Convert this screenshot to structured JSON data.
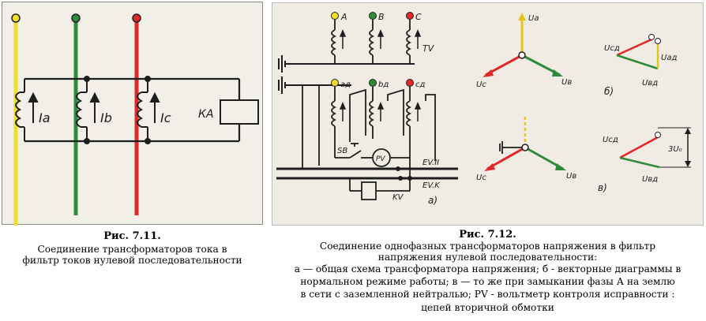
{
  "fig711": {
    "title": "Рис. 7.11.",
    "caption_lines": [
      "Соединение трансформаторов тока в",
      "фильтр токов нулевой последовательности"
    ],
    "labels": {
      "ia": "Iа",
      "ib": "Ib",
      "ic": "Ic",
      "relay": "КА"
    },
    "phase_colors": {
      "a": "#f2dc2c",
      "b": "#2e8b3a",
      "c": "#e02828"
    }
  },
  "fig712": {
    "title": "Рис. 7.12.",
    "caption_lines": [
      "Соединение однофазных трансформаторов напряжения в фильтр",
      "напряжения нулевой последовательности:",
      "а — общая схема трансформатора напряжения; б - векторные диаграммы в",
      "нормальном режиме работы;  в — то же при замыкании фазы А на землю",
      "в сети с заземленной нейтралью; PV - вольтметр контроля исправности :",
      "цепей вторичной обмотки"
    ],
    "schematic_labels": {
      "phase_a": "A",
      "phase_b": "B",
      "phase_c": "C",
      "tv": "TV",
      "sec_a": "aд",
      "sec_b": "bд",
      "sec_c": "cд",
      "sb": "SB",
      "pv": "PV",
      "bus1": "EV.II",
      "bus2": "EV.K",
      "kv": "KV",
      "panel_a": "а)"
    },
    "vector_labels": {
      "ua": "Uа",
      "ub": "Uв",
      "uc": "Uс",
      "ucd": "Ucд",
      "uad": "Uaд",
      "ubd": "Uвд",
      "panel_b": "б)",
      "ucd2": "Ucд",
      "ubd2": "Uвд",
      "three_u0": "3U₀",
      "panel_c": "в)"
    }
  }
}
